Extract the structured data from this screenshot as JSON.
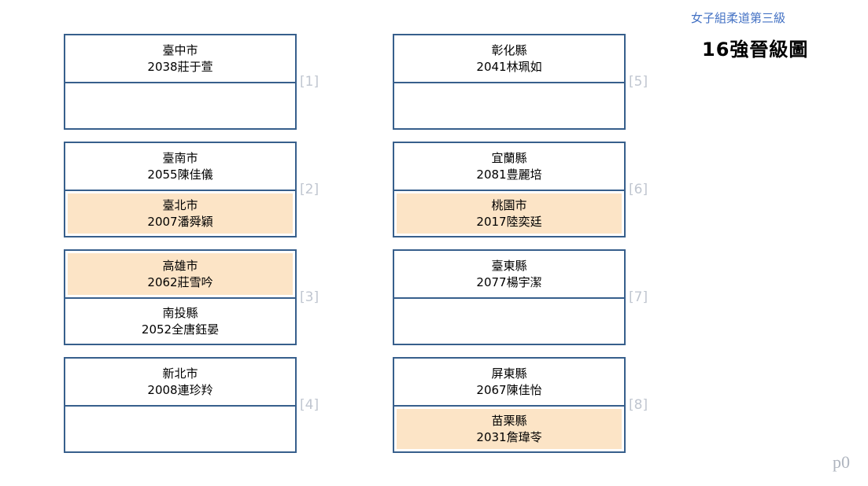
{
  "page": {
    "subtitle": "女子組柔道第三級",
    "title": "16強晉級圖",
    "page_number": "p0",
    "colors": {
      "box_border": "#375F8C",
      "highlight_fill": "#FCE4C6",
      "subtitle_text": "#4472C4",
      "match_label_text": "#C0C6D0"
    }
  },
  "bracket": {
    "matches": [
      {
        "label": "[1]",
        "top": {
          "region": "臺中市",
          "entry": "2038莊于萱",
          "highlight": false
        },
        "bottom": {
          "region": "",
          "entry": "",
          "highlight": false
        }
      },
      {
        "label": "[2]",
        "top": {
          "region": "臺南市",
          "entry": "2055陳佳儀",
          "highlight": false
        },
        "bottom": {
          "region": "臺北市",
          "entry": "2007潘舜穎",
          "highlight": true
        }
      },
      {
        "label": "[3]",
        "top": {
          "region": "高雄市",
          "entry": "2062莊雪吟",
          "highlight": true
        },
        "bottom": {
          "region": "南投縣",
          "entry": "2052全唐鈺晏",
          "highlight": false
        }
      },
      {
        "label": "[4]",
        "top": {
          "region": "新北市",
          "entry": "2008連珍羚",
          "highlight": false
        },
        "bottom": {
          "region": "",
          "entry": "",
          "highlight": false
        }
      },
      {
        "label": "[5]",
        "top": {
          "region": "彰化縣",
          "entry": "2041林珮如",
          "highlight": false
        },
        "bottom": {
          "region": "",
          "entry": "",
          "highlight": false
        }
      },
      {
        "label": "[6]",
        "top": {
          "region": "宜蘭縣",
          "entry": "2081豊麗培",
          "highlight": false
        },
        "bottom": {
          "region": "桃園市",
          "entry": "2017陸奕廷",
          "highlight": true
        }
      },
      {
        "label": "[7]",
        "top": {
          "region": "臺東縣",
          "entry": "2077楊宇潔",
          "highlight": false
        },
        "bottom": {
          "region": "",
          "entry": "",
          "highlight": false
        }
      },
      {
        "label": "[8]",
        "top": {
          "region": "屏東縣",
          "entry": "2067陳佳怡",
          "highlight": false
        },
        "bottom": {
          "region": "苗栗縣",
          "entry": "2031詹瑋苓",
          "highlight": true
        }
      }
    ]
  }
}
